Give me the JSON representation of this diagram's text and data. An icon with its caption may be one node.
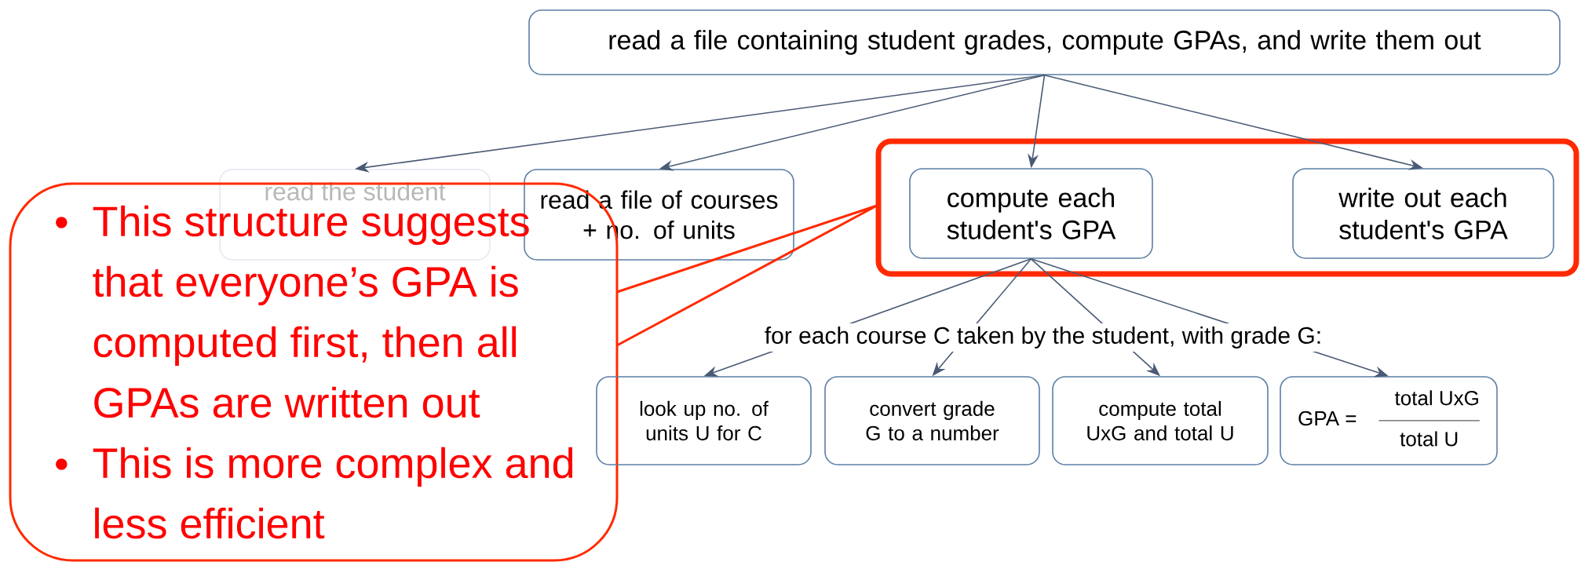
{
  "diagram": {
    "nodes": [
      {
        "text": [
          "read a file containing student grades, compute GPAs, and write them out"
        ]
      },
      {
        "text": [
          "read the student"
        ]
      },
      {
        "text": [
          "read a file of courses + no. of units"
        ]
      },
      {
        "text": [],
        "shape": "box"
      },
      {
        "text": [
          "compute each student's GPA"
        ],
        "in": 3
      },
      {
        "text": [
          "write out each student's GPA"
        ],
        "in": 3
      },
      {
        "text": [
          "This structure suggests that everyone’s GPA is computed first, then all GPAs are written out",
          "This is more complex and less efficient"
        ]
      },
      {
        "text": [
          "look up no. of units U for C"
        ]
      },
      {
        "text": [
          "convert grade G to a number"
        ]
      },
      {
        "text": [
          "compute total UxG and total U"
        ]
      },
      {
        "text": [
          "GPA =",
          "total UxG",
          "total U"
        ]
      }
    ],
    "edges": [
      {
        "from": 0,
        "to": 1,
        "arrow": "to"
      },
      {
        "from": 0,
        "to": 2,
        "arrow": "to"
      },
      {
        "from": 0,
        "to": 4,
        "arrow": "to"
      },
      {
        "from": 0,
        "to": 5,
        "arrow": "to"
      },
      {
        "from": 4,
        "to": 7,
        "arrow": "to"
      },
      {
        "from": 4,
        "to": 8,
        "arrow": "to"
      },
      {
        "from": 4,
        "to": 9,
        "arrow": "to"
      },
      {
        "from": 4,
        "to": 10,
        "arrow": "to"
      }
    ],
    "labels": [
      "for each course C taken by the student, with grade G:"
    ]
  }
}
